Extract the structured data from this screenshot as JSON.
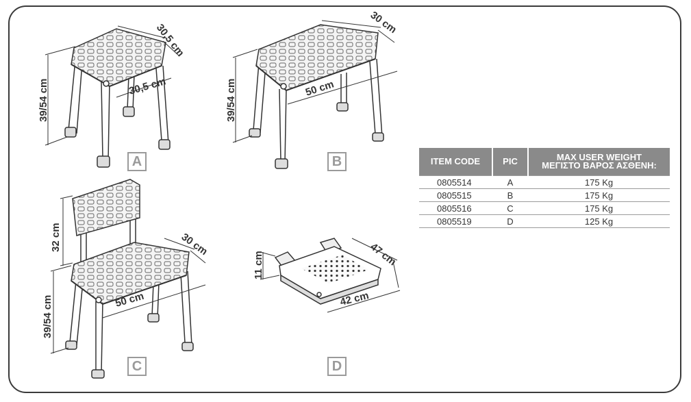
{
  "figures": {
    "A": {
      "label": "A",
      "width": "30,5 cm",
      "depth": "30,5 cm",
      "height": "39/54 cm"
    },
    "B": {
      "label": "B",
      "width": "50 cm",
      "depth": "30 cm",
      "height": "39/54 cm"
    },
    "C": {
      "label": "C",
      "width": "50 cm",
      "depth": "30 cm",
      "height": "39/54 cm",
      "back_height": "32 cm"
    },
    "D": {
      "label": "D",
      "width": "42 cm",
      "depth": "47 cm",
      "height": "11 cm"
    }
  },
  "table": {
    "headers": {
      "item_code": "ITEM CODE",
      "pic": "PIC",
      "weight_line1": "MAX USER WEIGHT",
      "weight_line2": "ΜΕΓΙΣΤΟ ΒΑΡΟΣ ΑΣΘΕΝΗ:"
    },
    "rows": [
      {
        "code": "0805514",
        "pic": "A",
        "weight": "175 Kg"
      },
      {
        "code": "0805515",
        "pic": "B",
        "weight": "175 Kg"
      },
      {
        "code": "0805516",
        "pic": "C",
        "weight": "175 Kg"
      },
      {
        "code": "0805519",
        "pic": "D",
        "weight": "125 Kg"
      }
    ]
  }
}
